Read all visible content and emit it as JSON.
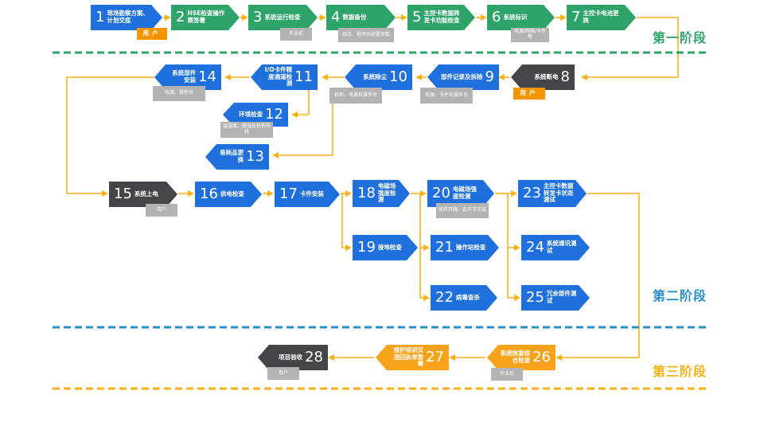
{
  "stages": {
    "stage1": "第一阶段",
    "stage2": "第二阶段",
    "stage3": "第三阶段"
  },
  "colors": {
    "blue": "#1f6fdc",
    "green": "#2ea36a",
    "dark": "#444548",
    "orange": "#f7a21b",
    "arrow": "#f6b21b",
    "stage1": "#2ea36a",
    "stage2": "#2a8fc8",
    "stage3": "#f2b318"
  },
  "steps": [
    {
      "num": "1",
      "label": "现场勘察方案、计划交底"
    },
    {
      "num": "2",
      "label": "HSE检查操作票签署"
    },
    {
      "num": "3",
      "label": "系统运行检查"
    },
    {
      "num": "4",
      "label": "数据备份"
    },
    {
      "num": "5",
      "label": "主控卡数据转发卡功能检查"
    },
    {
      "num": "6",
      "label": "系统标识"
    },
    {
      "num": "7",
      "label": "主控卡电池更换"
    },
    {
      "num": "8",
      "label": "系统断电"
    },
    {
      "num": "9",
      "label": "部件记录及拆除"
    },
    {
      "num": "10",
      "label": "系统除尘"
    },
    {
      "num": "11",
      "label": "I/O卡件精度通道检测"
    },
    {
      "num": "12",
      "label": "环境检查"
    },
    {
      "num": "13",
      "label": "易耗品更换"
    },
    {
      "num": "14",
      "label": "系统部件安装"
    },
    {
      "num": "15",
      "label": "系统上电"
    },
    {
      "num": "16",
      "label": "供电检查"
    },
    {
      "num": "17",
      "label": "卡件安装"
    },
    {
      "num": "18",
      "label": "电磁场强度检测"
    },
    {
      "num": "19",
      "label": "接地检查"
    },
    {
      "num": "20",
      "label": "电磁场强度检测"
    },
    {
      "num": "21",
      "label": "操作站检查"
    },
    {
      "num": "22",
      "label": "病毒查杀"
    },
    {
      "num": "23",
      "label": "主控卡数据转发卡状态测试"
    },
    {
      "num": "24",
      "label": "系统通讯测试"
    },
    {
      "num": "25",
      "label": "冗余部件测试"
    },
    {
      "num": "26",
      "label": "系统恢复综合检查"
    },
    {
      "num": "27",
      "label": "维护培训交流回执单签署"
    },
    {
      "num": "28",
      "label": "项目验收"
    }
  ],
  "tags": {
    "user": "用户",
    "after_work": "作业后",
    "before_work": "作业前",
    "backup_objects": "组态、程序及配置参数",
    "identify_objects": "电源/网络/卡件等",
    "remove_objects": "电源、卡件及操作台",
    "dust_objects": "机柜、电源及操作台",
    "env_objects": "温湿度、腐蚀及机柜布线",
    "install_objects": "电源、操作台",
    "field_note": "如有开路、此环节完成"
  }
}
